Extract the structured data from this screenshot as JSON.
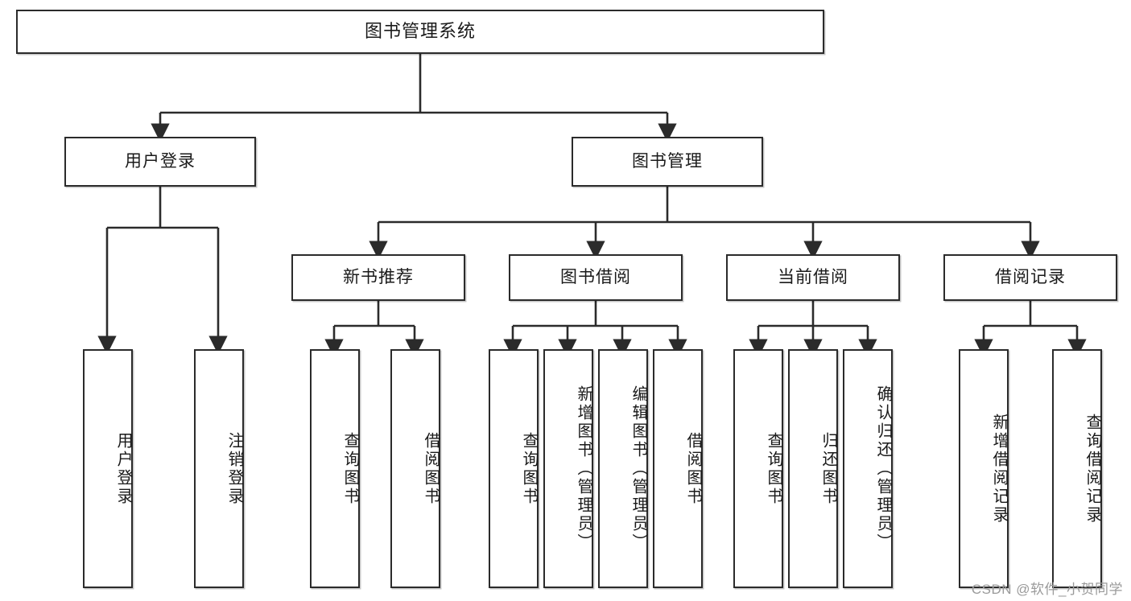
{
  "diagram": {
    "title": "图书管理系统",
    "type": "tree",
    "watermark": "CSDN @软件_小贺同学",
    "colors": {
      "stroke": "#2b2b2b",
      "fill": "#ffffff",
      "text": "#1a1a1a",
      "watermark": "#9a9a9a"
    },
    "levels": {
      "root": {
        "label": "图书管理系统"
      },
      "level2": [
        {
          "label": "用户登录"
        },
        {
          "label": "图书管理"
        }
      ],
      "level3": [
        {
          "label": "新书推荐"
        },
        {
          "label": "图书借阅"
        },
        {
          "label": "当前借阅"
        },
        {
          "label": "借阅记录"
        }
      ],
      "leaves": {
        "user_login": [
          {
            "label": "用户登录"
          },
          {
            "label": "注销登录"
          }
        ],
        "new_book_recommend": [
          {
            "label": "查询图书"
          },
          {
            "label": "借阅图书"
          }
        ],
        "book_borrow": [
          {
            "label": "查询图书"
          },
          {
            "label": "新增图书（管理员）"
          },
          {
            "label": "编辑图书（管理员）"
          },
          {
            "label": "借阅图书"
          }
        ],
        "current_borrow": [
          {
            "label": "查询图书"
          },
          {
            "label": "归还图书"
          },
          {
            "label": "确认归还（管理员）"
          }
        ],
        "borrow_record": [
          {
            "label": "新增借阅记录"
          },
          {
            "label": "查询借阅记录"
          }
        ]
      }
    }
  }
}
